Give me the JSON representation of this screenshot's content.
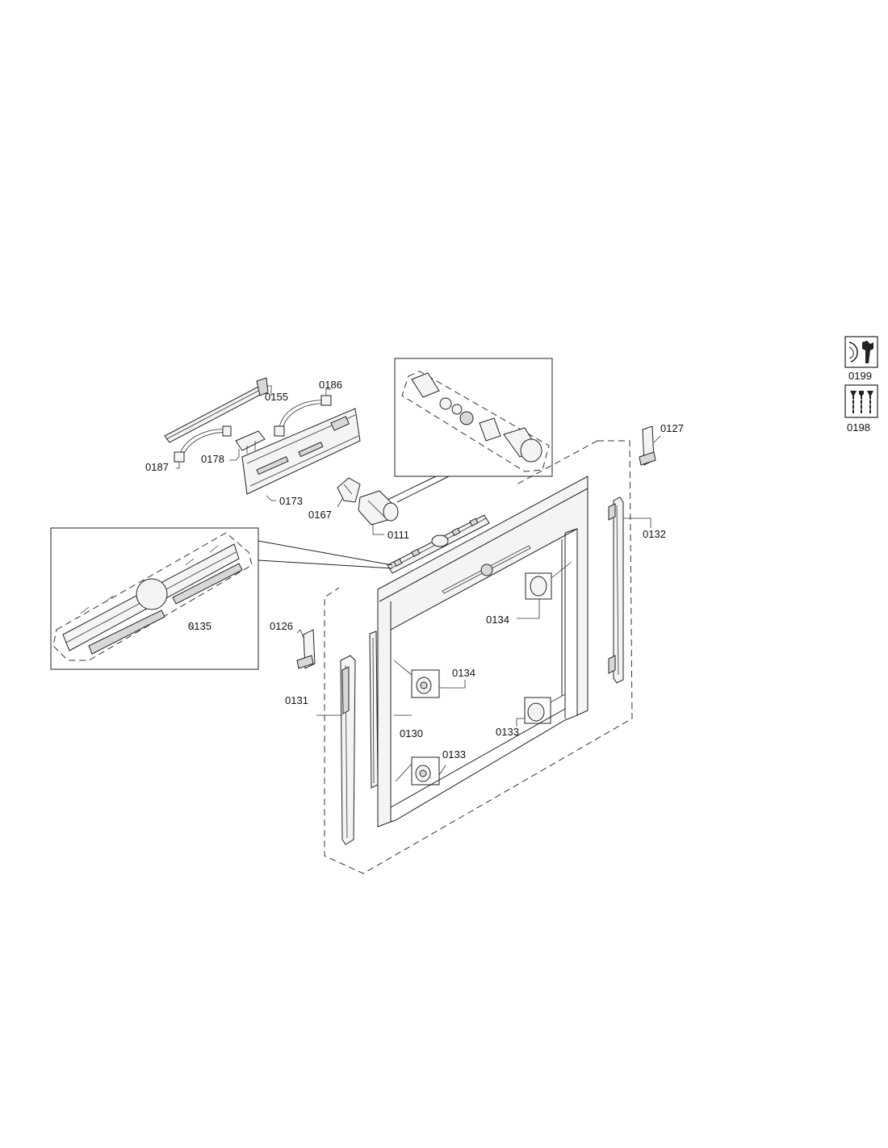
{
  "labels": {
    "p0155": "0155",
    "p0186": "0186",
    "p0187": "0187",
    "p0178": "0178",
    "p0173": "0173",
    "p0167": "0167",
    "p0111": "0111",
    "p0127": "0127",
    "p0132": "0132",
    "p0135": "0135",
    "p0126": "0126",
    "p0131": "0131",
    "p0130": "0130",
    "p0134a": "0134",
    "p0134b": "0134",
    "p0133a": "0133",
    "p0133b": "0133",
    "p0199": "0199",
    "p0198": "0198"
  },
  "icons": {
    "service_kit": "wrench-icon",
    "screw_kit": "screws-icon"
  }
}
